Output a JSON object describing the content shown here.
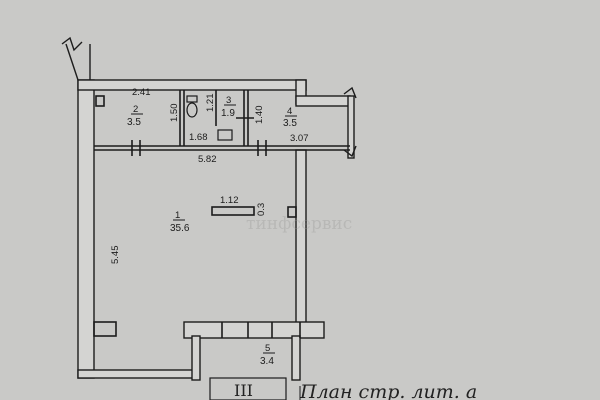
{
  "rooms": [
    {
      "number": "2",
      "area": "3.5"
    },
    {
      "number": "3",
      "area": "1.9"
    },
    {
      "number": "4",
      "area": "3.5"
    },
    {
      "number": "1",
      "area": "35.6"
    },
    {
      "number": "5",
      "area": "3.4"
    }
  ],
  "dimensions": {
    "d_241": "2.41",
    "d_150": "1.50",
    "d_121": "1.21",
    "d_140": "1.40",
    "d_168": "1.68",
    "d_307": "3.07",
    "d_582": "5.82",
    "d_545": "5.45",
    "d_112": "1.12",
    "d_03": "0.3"
  },
  "watermark": "тинфсервис",
  "caption": {
    "litera": "III",
    "text": "План стр. лит. а"
  },
  "colors": {
    "paper": "#c9c9c7",
    "wall_fill": "#d4d4d2",
    "line": "#1c1c1c"
  }
}
